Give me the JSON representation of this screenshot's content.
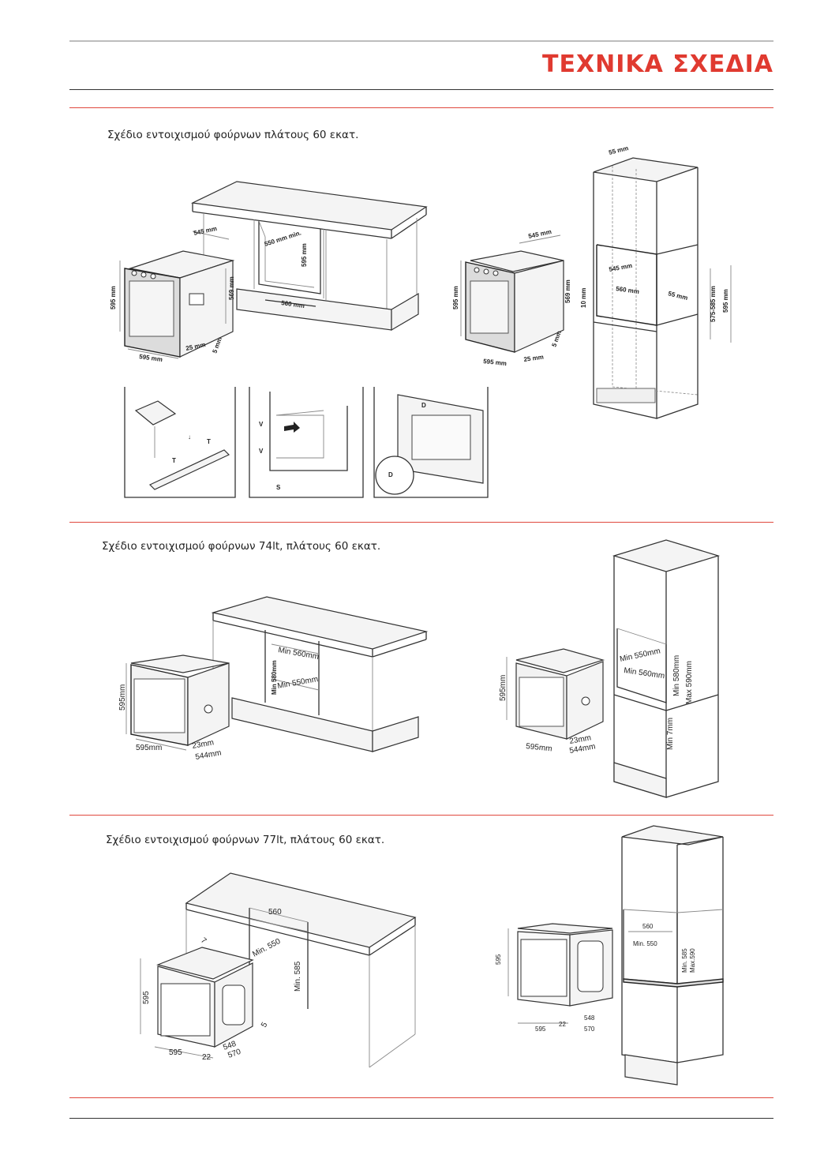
{
  "header": {
    "title": "ΤΕΧΝΙΚΑ ΣΧΕΔΙΑ"
  },
  "sections": [
    {
      "caption": "Σχέδιο εντοιχισμού φούρνων πλάτους 60 εκατ.",
      "labels": {
        "oven_depth": "545 mm",
        "oven_height": "595 mm",
        "oven_inner_h": "569 mm",
        "oven_width": "595 mm",
        "front_depth": "25 mm",
        "gap": "5 mm",
        "niche_min": "550 mm min.",
        "niche_h": "595 mm",
        "niche_w": "560 mm",
        "col_top": "55 mm",
        "col_d": "545 mm",
        "col_w": "560 mm",
        "col_side": "55 mm",
        "col_h": "575-585 mm",
        "col_total": "595 mm",
        "col_gap": "10 mm",
        "step_v1": "V",
        "step_v2": "V",
        "step_s": "S",
        "step_d": "D"
      }
    },
    {
      "caption": "Σχέδιο εντοιχισμού φούρνων 74lt, πλάτους 60 εκατ.",
      "labels": {
        "oven_h": "595mm",
        "oven_w": "595mm",
        "front": "23mm",
        "depth": "544mm",
        "min_w": "Min 560mm",
        "min_h": "Min 580mm",
        "min_d": "Min 550mm",
        "col_d": "Min 550mm",
        "col_w": "Min 560mm",
        "col_min_h": "Min 580mm",
        "col_max_h": "Max 590mm",
        "col_gap": "Min 7mm"
      }
    },
    {
      "caption": "Σχέδιο εντοιχισμού φούρνων 77lt, πλάτους 60 εκατ.",
      "labels": {
        "niche_w": "560",
        "niche_d": "Min. 550",
        "niche_h": "Min. 585",
        "oven_h": "595",
        "oven_w": "595",
        "front": "22",
        "depth1": "548",
        "depth2": "570",
        "gap": "5",
        "top": "7",
        "col_w": "560",
        "col_d": "Min. 550",
        "col_min": "Min. 585",
        "col_max": "Max.590"
      }
    }
  ]
}
